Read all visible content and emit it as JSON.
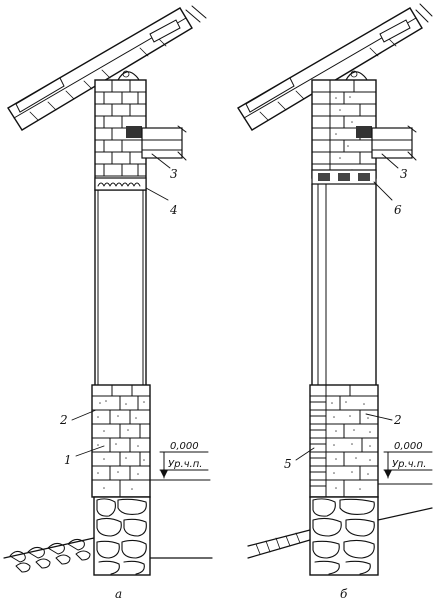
{
  "figure": {
    "left": {
      "caption": "а",
      "callouts": {
        "n1": "1",
        "n2": "2",
        "n3": "3",
        "n4": "4"
      },
      "level_value": "0,000",
      "level_label": "Ур.ч.п."
    },
    "right": {
      "caption": "б",
      "callouts": {
        "n2": "2",
        "n3": "3",
        "n5": "5",
        "n6": "6"
      },
      "level_value": "0,000",
      "level_label": "Ур.ч.п."
    }
  }
}
